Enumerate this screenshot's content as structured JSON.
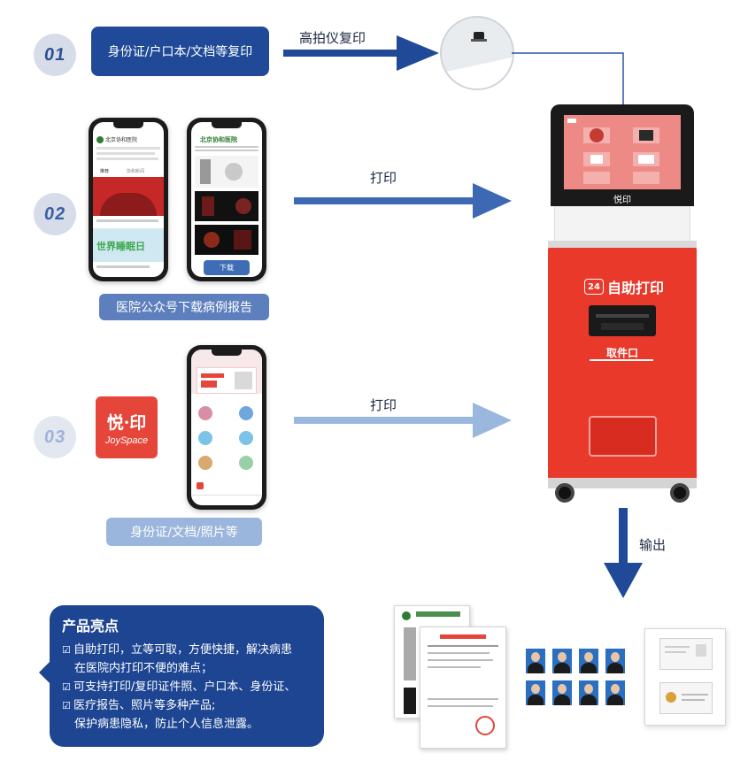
{
  "steps": [
    {
      "number": "01",
      "label": "身份证/户口本/文档等复印",
      "arrow_label": "高拍仪复印"
    },
    {
      "number": "02",
      "label": "医院公众号下载病例报告",
      "arrow_label": "打印"
    },
    {
      "number": "03",
      "label": "身份证/文档/照片等",
      "arrow_label": "打印"
    }
  ],
  "phone_a": {
    "header": "北京协和医院",
    "banner_text": "世界睡眠日",
    "tab1": "推荐",
    "tab2": "协和新闻"
  },
  "phone_b": {
    "header": "北京协和医院",
    "download_label": "下载"
  },
  "app_logo": {
    "zh": "悦·印",
    "en": "JoySpace"
  },
  "kiosk": {
    "brand": "悦印",
    "badge": "24",
    "title": "自助打印",
    "slot_label": "取件口"
  },
  "output_label": "输出",
  "highlights": {
    "title": "产品亮点",
    "lines": [
      "自助打印，立等可取，方便快捷，解决病患",
      "在医院内打印不便的难点；",
      "可支持打印/复印证件照、户口本、身份证、",
      "医疗报告、照片等多种产品;",
      "保护病患隐私，防止个人信息泄露。"
    ]
  },
  "colors": {
    "brand_blue": "#204a97",
    "kiosk_red": "#e8392b",
    "logo_red": "#e6463a"
  }
}
